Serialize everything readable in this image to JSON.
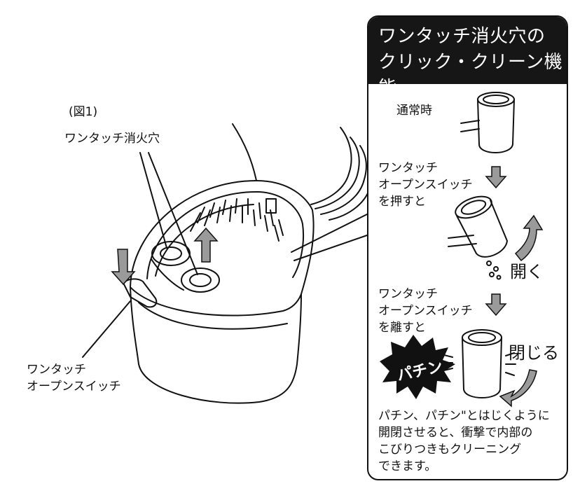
{
  "figure_label": "(図1)",
  "callouts": {
    "button_hole": "ワンタッチ消火穴",
    "open_switch_line1": "ワンタッチ",
    "open_switch_line2": "オープンスイッチ"
  },
  "panel": {
    "title_line1": "ワンタッチ消火穴の",
    "title_line2": "クリック・クリーン機能",
    "normal_label": "通常時",
    "press_line1": "ワンタッチ",
    "press_line2": "オープンスイッチ",
    "press_line3": "を押すと",
    "open_label": "開く",
    "release_line1": "ワンタッチ",
    "release_line2": "オープンスイッチ",
    "release_line3": "を離すと",
    "close_label": "閉じる",
    "burst_text": "パチン",
    "footer_lines": [
      "パチン、パチン\"とはじくように",
      "開閉させると、衝撃で内部の",
      "こびりつきもクリーニング",
      "できます。"
    ]
  },
  "colors": {
    "line": "#111111",
    "arrow_fill": "#9a9a9a",
    "header_bg": "#161616",
    "paper": "#ffffff"
  }
}
